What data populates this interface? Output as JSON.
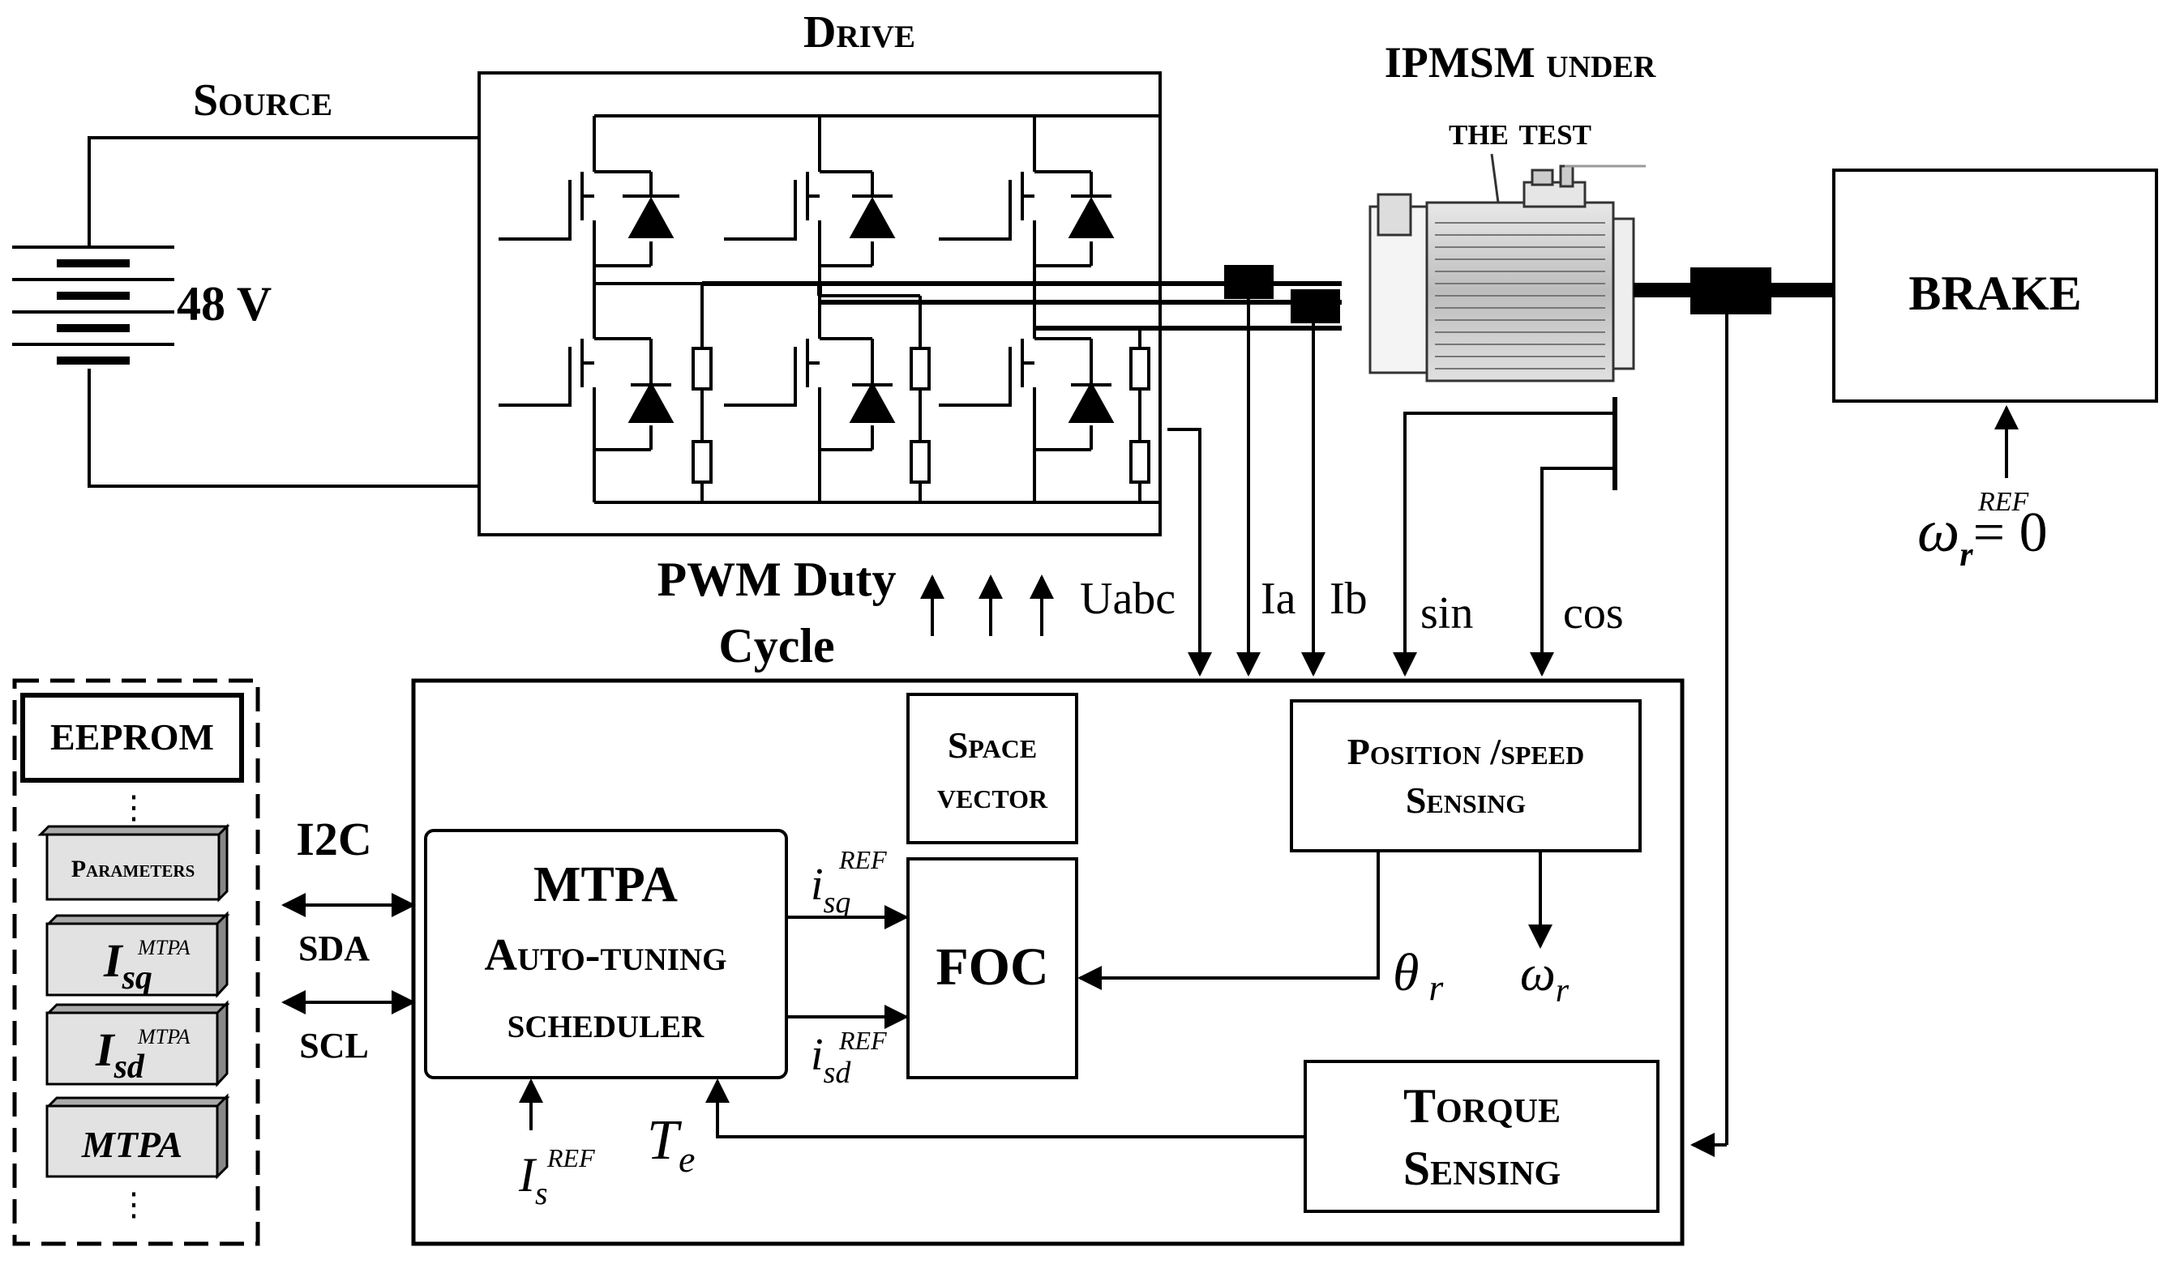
{
  "source": {
    "title": "Source",
    "voltage": "48 V"
  },
  "drive": {
    "title": "Drive"
  },
  "motor": {
    "title_line1": "IPMSM under",
    "title_line2": "the test"
  },
  "brake": {
    "title": "BRAKE",
    "ref_symbol": "ω",
    "ref_sub": "r",
    "ref_sup": "REF",
    "ref_value": "= 0"
  },
  "signals": {
    "pwm_line1": "PWM Duty",
    "pwm_line2": "Cycle",
    "uabc": "Uabc",
    "ia": "Ia",
    "ib": "Ib",
    "sin": "sin",
    "cos": "cos"
  },
  "memory": {
    "eeprom": "EEPROM",
    "dots": "⋮",
    "parameters": "Parameters",
    "isq_main": "I",
    "isq_sub": "sq",
    "isq_sup": "MTPA",
    "isd_main": "I",
    "isd_sub": "sd",
    "isd_sup": "MTPA",
    "mtpa": "MTPA"
  },
  "bus": {
    "name": "I2C",
    "sda": "SDA",
    "scl": "SCL"
  },
  "controller": {
    "mtpa_line1": "MTPA",
    "mtpa_line2": "Auto-tuning",
    "mtpa_line3": "scheduler",
    "space_vector_line1": "Space",
    "space_vector_line2": "vector",
    "foc": "FOC",
    "position_line1": "Position /speed",
    "position_line2": "Sensing",
    "torque_line1": "Torque",
    "torque_line2": "Sensing"
  },
  "symbols": {
    "isq_ref": {
      "main": "i",
      "sub": "sq",
      "sup": "REF"
    },
    "isd_ref": {
      "main": "i",
      "sub": "sd",
      "sup": "REF"
    },
    "is_ref": {
      "main": "I",
      "sub": "s",
      "sup": "REF"
    },
    "te": {
      "main": "T",
      "sub": "e"
    },
    "theta": {
      "main": "θ",
      "sub": "r"
    },
    "omega": {
      "main": "ω",
      "sub": "r"
    }
  }
}
